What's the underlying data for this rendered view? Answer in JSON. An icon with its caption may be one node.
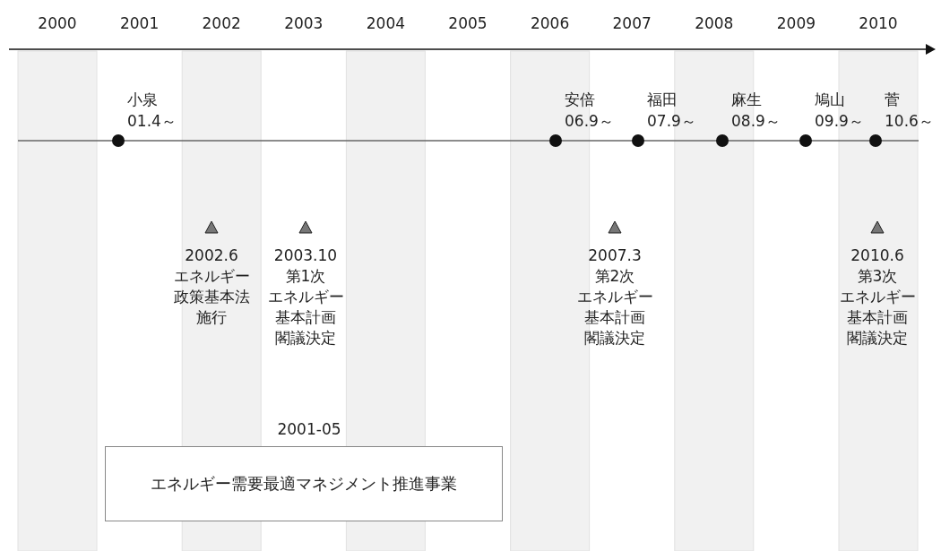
{
  "diagram": {
    "nodes": [
      {
        "text": [
          "2001-05",
          "エネルギー需要最適マネジメント推進事業"
        ]
      }
    ],
    "edges": [],
    "labels": [
      "2000",
      "2001",
      "2002",
      "2003",
      "2004",
      "2005",
      "2006",
      "2007",
      "2008",
      "2009",
      "2010",
      "小泉",
      "01.4～",
      "安倍",
      "06.9～",
      "福田",
      "07.9～",
      "麻生",
      "08.9～",
      "鳩山",
      "09.9～",
      "菅",
      "10.6～",
      "2002.6",
      "エネルギー",
      "政策基本法",
      "施行",
      "2003.10",
      "第1次",
      "エネルギー",
      "基本計画",
      "閣議決定",
      "2007.3",
      "第2次",
      "エネルギー",
      "基本計画",
      "閣議決定",
      "2010.6",
      "第3次",
      "エネルギー",
      "基本計画",
      "閣議決定"
    ]
  }
}
